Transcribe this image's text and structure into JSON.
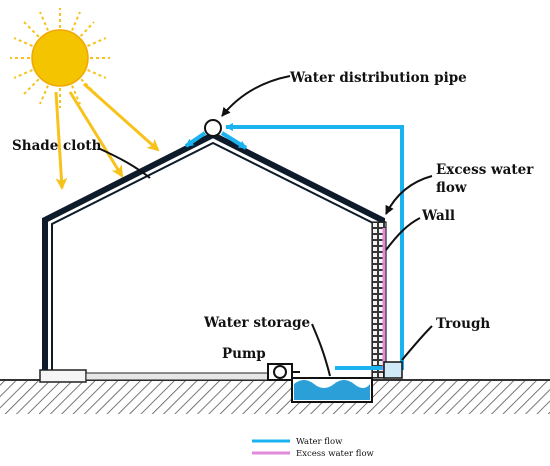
{
  "labels": {
    "water_distribution_pipe": "Water distribution pipe",
    "shade_cloth": "Shade cloth",
    "excess_water_flow_line1": "Excess water",
    "excess_water_flow_line2": "flow",
    "wall": "Wall",
    "water_storage": "Water storage",
    "pump": "Pump",
    "trough": "Trough"
  },
  "legend": {
    "water_flow": "Water flow",
    "excess_water_flow": "Excess water flow"
  },
  "colors": {
    "water_flow": "#1bb3ef",
    "excess_water_flow": "#e28ad8",
    "sun": "#f5c400",
    "sun_rays": "#f7c21a",
    "structure": "#0d1b2a",
    "ground": "#8a8a8a",
    "water": "#2a9fd8"
  }
}
